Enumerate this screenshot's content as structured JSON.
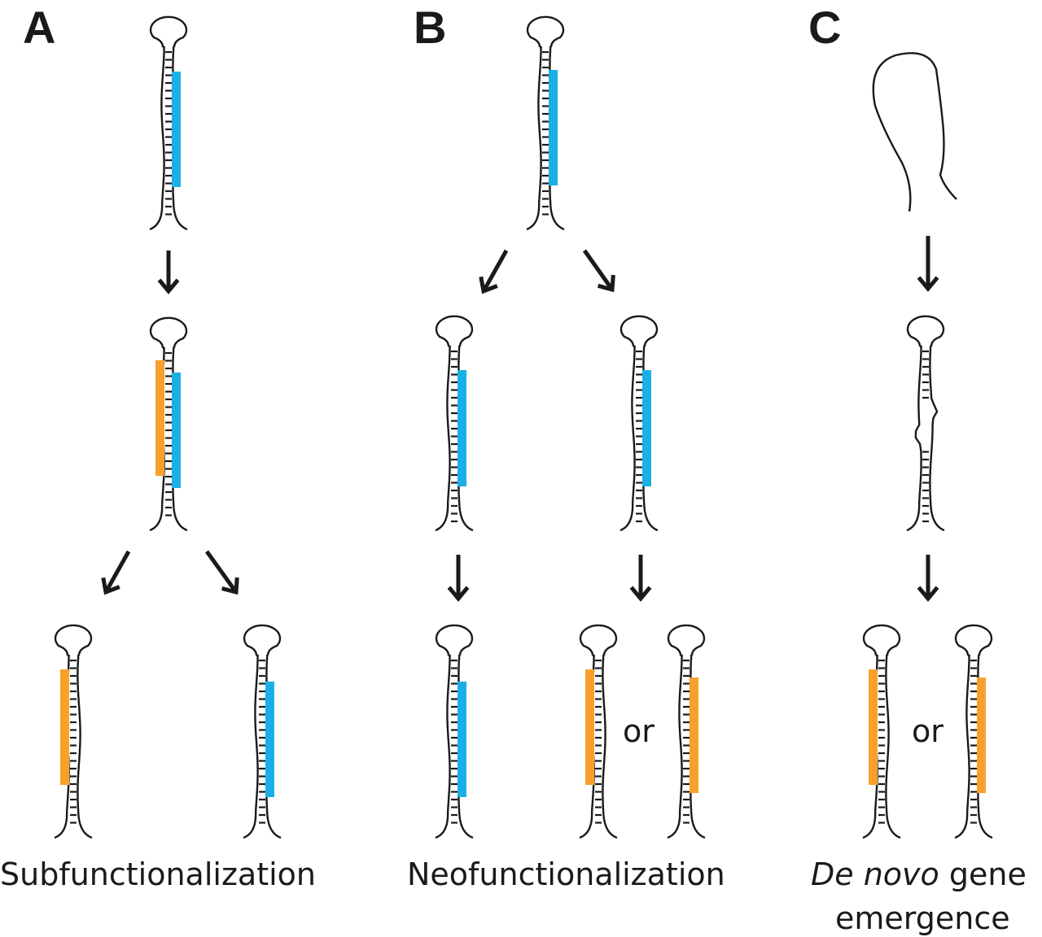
{
  "colors": {
    "blue": "#1ab0e6",
    "orange": "#f7a12c",
    "stroke": "#1a1a1a"
  },
  "panels": [
    {
      "letter": "A",
      "caption": "Subfunctionalization"
    },
    {
      "letter": "B",
      "caption": "Neofunctionalization"
    },
    {
      "letter": "C",
      "caption_italic": "De novo",
      "caption_rest": " gene",
      "caption_line2": "emergence"
    }
  ],
  "or_label": "or",
  "arrows": {
    "down": "↓",
    "down_left": "↙",
    "down_right": "↘"
  }
}
